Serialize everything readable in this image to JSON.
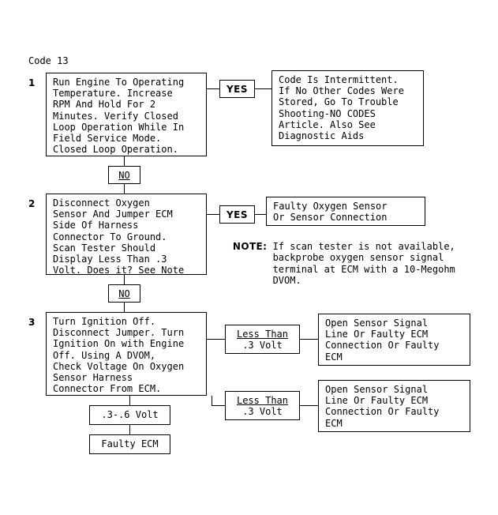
{
  "diagram": {
    "title": "Code 13",
    "steps": [
      {
        "number": "1",
        "text": "Run Engine To Operating\nTemperature. Increase\nRPM And Hold For 2\nMinutes. Verify Closed\nLoop Operation While In\nField Service Mode.\nClosed Loop Operation.",
        "branch_label": "YES",
        "outcome": "Code Is Intermittent.\nIf No Other Codes Were\nStored, Go To Trouble\nShooting-NO CODES\nArticle. Also See\nDiagnostic Aids",
        "down_label": "NO"
      },
      {
        "number": "2",
        "text": "Disconnect Oxygen\nSensor And Jumper ECM\nSide Of Harness\nConnector To Ground.\nScan Tester Should\nDisplay Less Than .3\nVolt. Does it? See Note",
        "branch_label": "YES",
        "outcome": "Faulty Oxygen Sensor\nOr Sensor Connection",
        "down_label": "NO",
        "note_label": "NOTE:",
        "note_text": "If scan tester is not available,\nbackprobe oxygen sensor signal\nterminal at ECM with a 10-Megohm\nDVOM."
      },
      {
        "number": "3",
        "text": "Turn Ignition Off.\nDisconnect Jumper. Turn\nIgnition On with Engine\nOff. Using A DVOM,\nCheck Voltage On Oxygen\nSensor Harness\nConnector From ECM."
      }
    ],
    "step3_branches": [
      {
        "condition_underlined": "Less Than",
        "condition_rest": ".3 Volt",
        "outcome": "Open Sensor Signal\nLine Or Faulty ECM\nConnection Or Faulty\nECM"
      },
      {
        "condition_underlined": "Less Than",
        "condition_rest": ".3 Volt",
        "outcome": "Open Sensor Signal\nLine Or Faulty ECM\nConnection Or Faulty\nECM"
      }
    ],
    "step3_down": {
      "voltage_box": ".3-.6 Volt",
      "result_box": "Faulty ECM"
    },
    "colors": {
      "background": "#ffffff",
      "foreground": "#000000"
    }
  }
}
